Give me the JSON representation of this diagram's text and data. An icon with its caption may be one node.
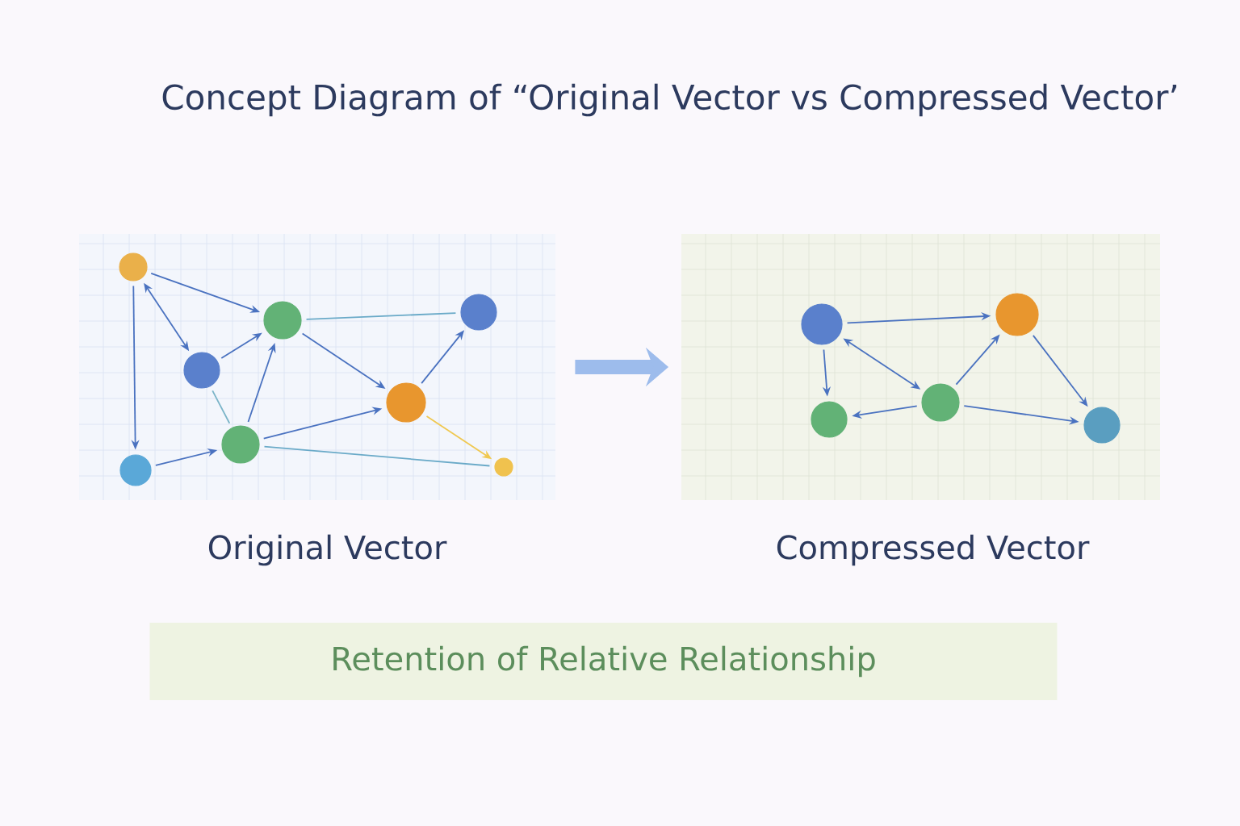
{
  "diagram": {
    "title": "Concept Diagram of “Original Vector vs Compressed Vector’",
    "nodes": [
      {
        "text": [
          "Original Vector"
        ]
      },
      {
        "text": [],
        "shape": "circle",
        "in": 0
      },
      {
        "text": [],
        "shape": "circle",
        "in": 0
      },
      {
        "text": [],
        "shape": "circle",
        "in": 0
      },
      {
        "text": [],
        "shape": "circle",
        "in": 0
      },
      {
        "text": [],
        "shape": "circle",
        "in": 0
      },
      {
        "text": [],
        "shape": "circle",
        "in": 0
      },
      {
        "text": [],
        "shape": "circle",
        "in": 0
      },
      {
        "text": [],
        "shape": "circle",
        "in": 0
      },
      {
        "text": [
          "Compressed Vector"
        ]
      },
      {
        "text": [],
        "shape": "circle",
        "in": 9
      },
      {
        "text": [],
        "shape": "circle",
        "in": 9
      },
      {
        "text": [],
        "shape": "circle",
        "in": 9
      },
      {
        "text": [],
        "shape": "circle",
        "in": 9
      },
      {
        "text": [],
        "shape": "circle",
        "in": 9
      },
      {
        "text": [
          "Retention of Relative Relationship"
        ]
      }
    ],
    "edges": [
      {
        "from": 1,
        "to": 5,
        "arrow": "to"
      },
      {
        "from": 1,
        "to": 3,
        "arrow": "both"
      },
      {
        "from": 1,
        "to": 2,
        "arrow": "to"
      },
      {
        "from": 3,
        "to": 5,
        "arrow": "to"
      },
      {
        "from": 3,
        "to": 4,
        "arrow": "none",
        "color": "#7ab4c8"
      },
      {
        "from": 2,
        "to": 4,
        "arrow": "to"
      },
      {
        "from": 4,
        "to": 5,
        "arrow": "to"
      },
      {
        "from": 4,
        "to": 6,
        "arrow": "to"
      },
      {
        "from": 5,
        "to": 6,
        "arrow": "to"
      },
      {
        "from": 5,
        "to": 7,
        "arrow": "none",
        "color": "#6aaac8"
      },
      {
        "from": 6,
        "to": 7,
        "arrow": "to"
      },
      {
        "from": 6,
        "to": 8,
        "arrow": "to",
        "color": "#f0c850"
      },
      {
        "from": 4,
        "to": 8,
        "arrow": "none",
        "color": "#6aaac8"
      },
      {
        "from": 0,
        "to": 9,
        "arrow": "to",
        "style": "thick",
        "color": "#9dbcec"
      },
      {
        "from": 10,
        "to": 13,
        "arrow": "to"
      },
      {
        "from": 10,
        "to": 11,
        "arrow": "to"
      },
      {
        "from": 10,
        "to": 12,
        "arrow": "both"
      },
      {
        "from": 12,
        "to": 11,
        "arrow": "to"
      },
      {
        "from": 12,
        "to": 13,
        "arrow": "to"
      },
      {
        "from": 12,
        "to": 14,
        "arrow": "to"
      },
      {
        "from": 13,
        "to": 14,
        "arrow": "to"
      }
    ]
  }
}
